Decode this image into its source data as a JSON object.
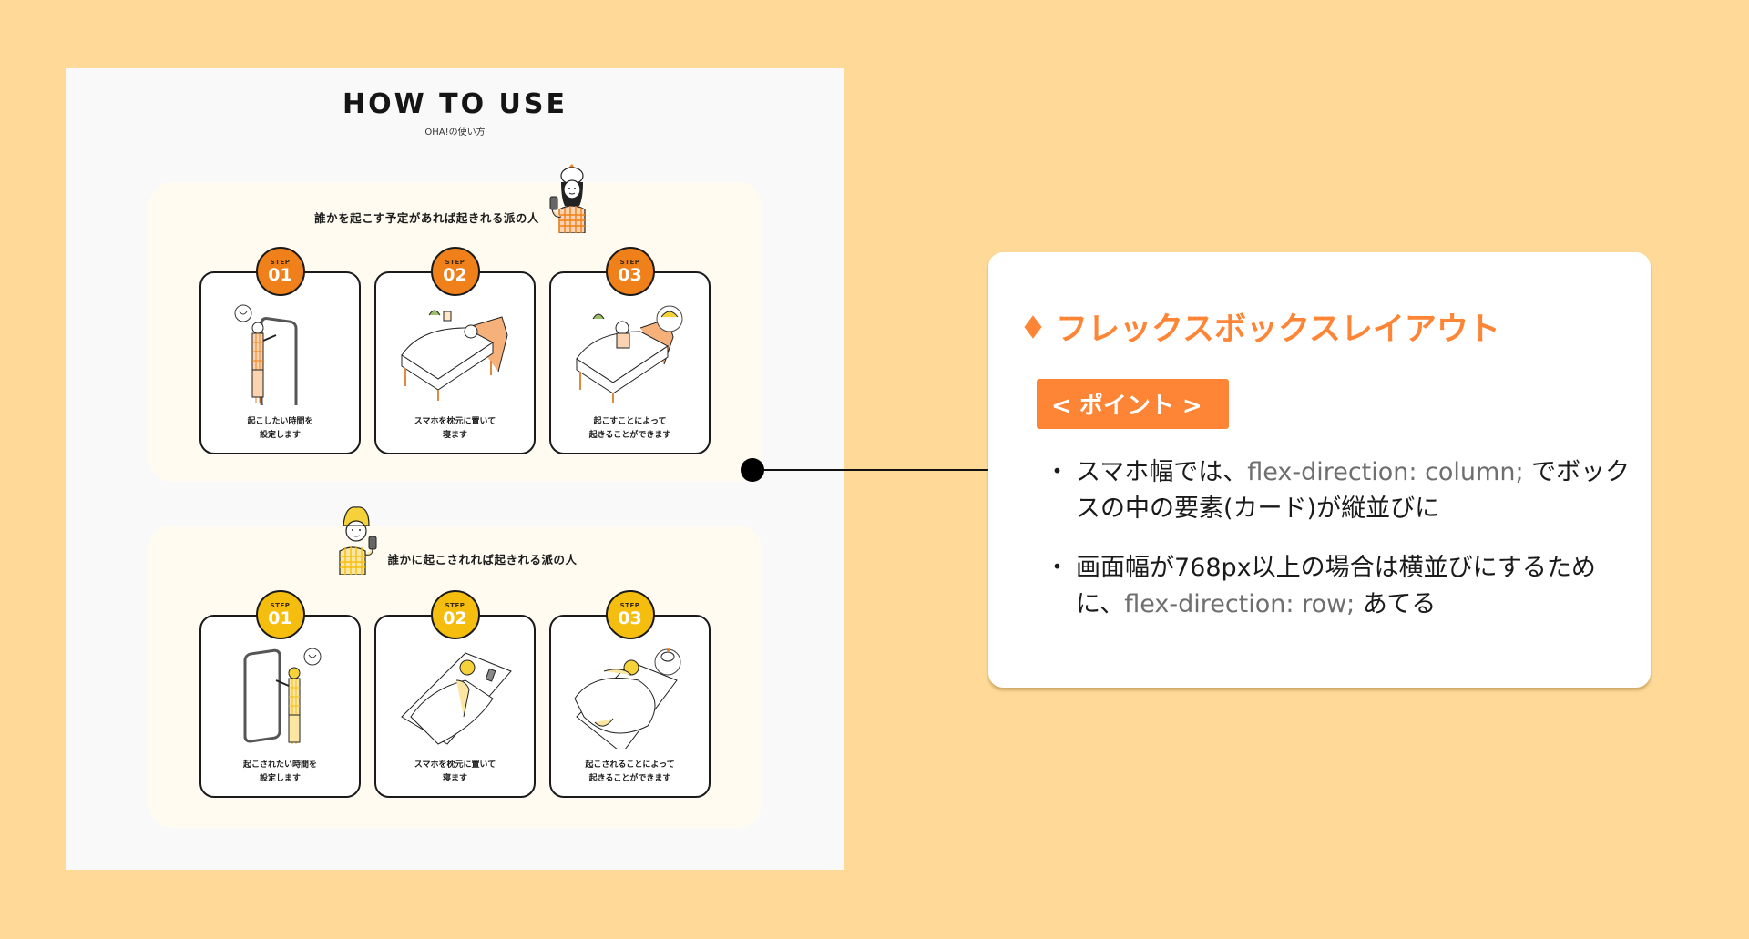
{
  "mock_page": {
    "title": "HOW TO USE",
    "subtitle": "OHA!の使い方",
    "sections": [
      {
        "title": "誰かを起こす予定があれば起きれる派の人",
        "accent_color": "#F08019",
        "steps": [
          {
            "label": "STEP",
            "number": "01",
            "text_line1": "起こしたい時間を",
            "text_line2": "設定します"
          },
          {
            "label": "STEP",
            "number": "02",
            "text_line1": "スマホを枕元に置いて",
            "text_line2": "寝ます"
          },
          {
            "label": "STEP",
            "number": "03",
            "text_line1": "起こすことによって",
            "text_line2": "起きることができます"
          }
        ]
      },
      {
        "title": "誰かに起こされれば起きれる派の人",
        "accent_color": "#F5BE0E",
        "steps": [
          {
            "label": "STEP",
            "number": "01",
            "text_line1": "起こされたい時間を",
            "text_line2": "設定します"
          },
          {
            "label": "STEP",
            "number": "02",
            "text_line1": "スマホを枕元に置いて",
            "text_line2": "寝ます"
          },
          {
            "label": "STEP",
            "number": "03",
            "text_line1": "起こされることによって",
            "text_line2": "起きることができます"
          }
        ]
      }
    ]
  },
  "note": {
    "title": "フレックスボックスレイアウト",
    "title_icon": "diamond-icon",
    "badge": "< ポイント >",
    "bullets": [
      {
        "pre": "スマホ幅では、",
        "code": "flex-direction: column;",
        "post": " でボックスの中の要素(カード)が縦並びに"
      },
      {
        "pre": "画面幅が768px以上の場合は横並びにするために、",
        "code": "flex-direction: row;",
        "post": " あてる"
      }
    ]
  },
  "colors": {
    "background": "#FED998",
    "accent_orange": "#FF8536",
    "step_orange": "#F08019",
    "step_yellow": "#F5BE0E"
  }
}
